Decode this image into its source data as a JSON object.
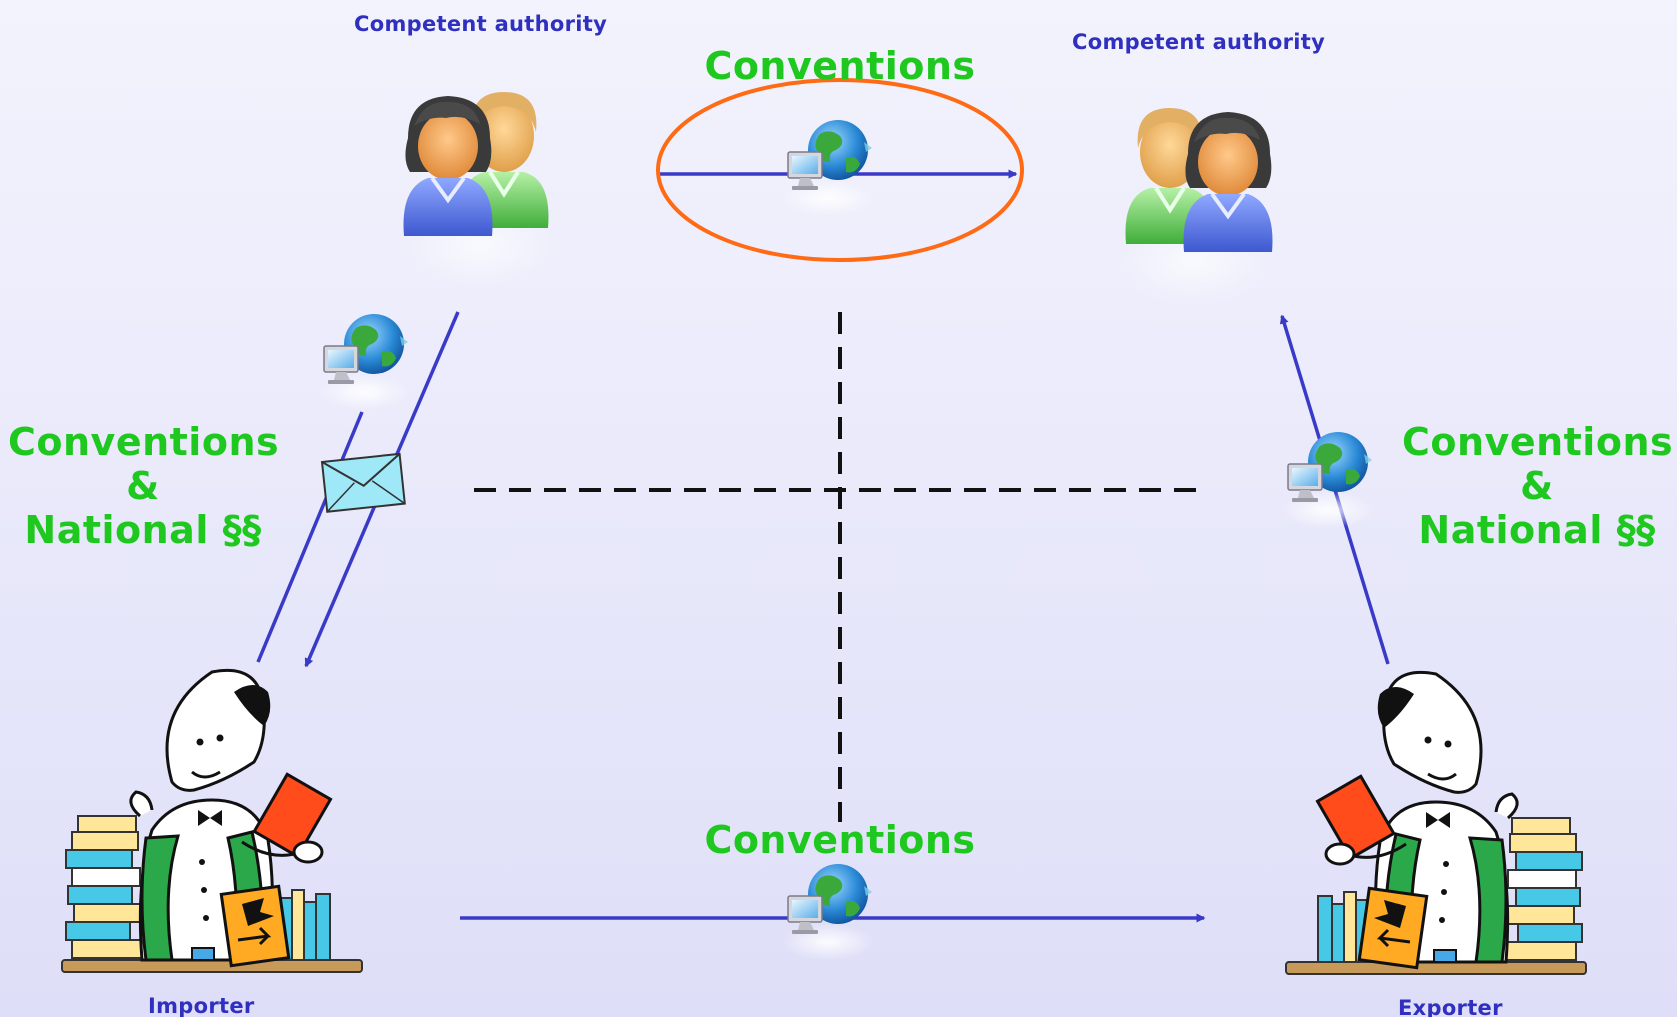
{
  "colors": {
    "label_blue": "#3030c0",
    "convention_green": "#1ec81e",
    "arrow_blue": "#3a3ac8",
    "ellipse_orange": "#ff6a14",
    "divider_black": "#111111"
  },
  "actors": {
    "authority_left": {
      "label": "Competent authority",
      "icon": "people-pair-icon"
    },
    "authority_right": {
      "label": "Competent authority",
      "icon": "people-pair-icon"
    },
    "importer": {
      "label": "Importer",
      "icon": "trader-with-books-icon"
    },
    "exporter": {
      "label": "Exporter",
      "icon": "trader-with-books-icon"
    }
  },
  "conventions": {
    "top": "Conventions",
    "bottom": "Conventions",
    "left": {
      "line1": "Conventions",
      "line2": "&",
      "line3": "National §§"
    },
    "right": {
      "line1": "Conventions",
      "line2": "&",
      "line3": "National §§"
    }
  },
  "channel_icons": [
    "network-globe-icon",
    "envelope-icon"
  ]
}
